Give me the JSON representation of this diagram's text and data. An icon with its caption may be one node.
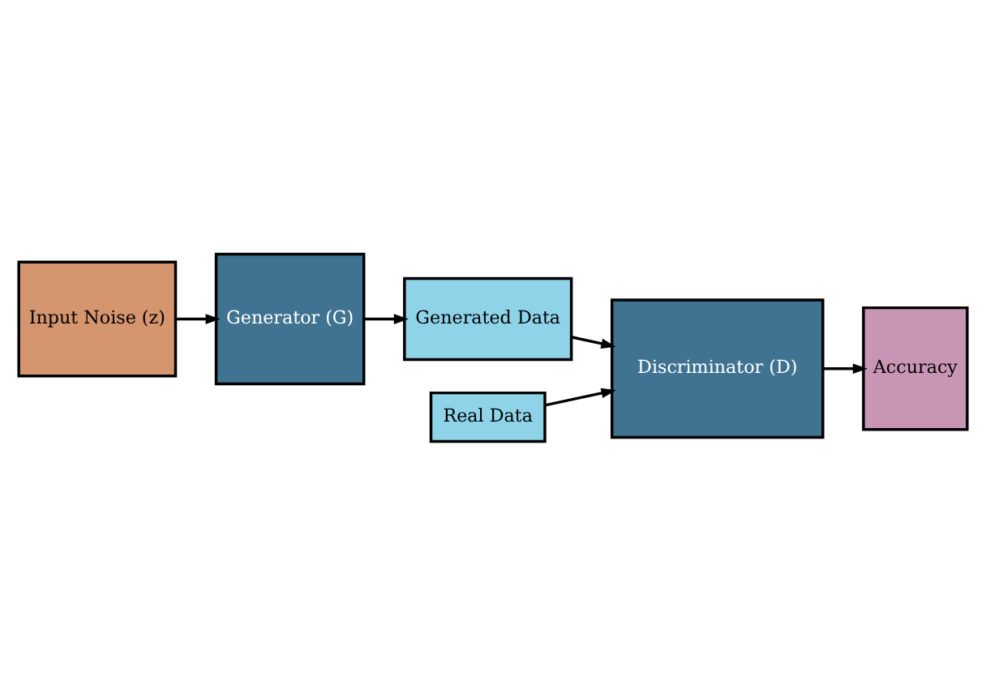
{
  "diagram": {
    "nodes": [
      {
        "text": [
          "Input Noise (z)"
        ]
      },
      {
        "text": [
          "Generator (G)"
        ]
      },
      {
        "text": [
          "Generated Data"
        ]
      },
      {
        "text": [
          "Real Data"
        ]
      },
      {
        "text": [
          "Discriminator (D)"
        ]
      },
      {
        "text": [
          "Accuracy"
        ]
      }
    ],
    "edges": [
      {
        "from": 0,
        "to": 1,
        "arrow": "to"
      },
      {
        "from": 1,
        "to": 2,
        "arrow": "to"
      },
      {
        "from": 2,
        "to": 4,
        "arrow": "to"
      },
      {
        "from": 3,
        "to": 4,
        "arrow": "to"
      },
      {
        "from": 4,
        "to": 5,
        "arrow": "to"
      }
    ]
  }
}
